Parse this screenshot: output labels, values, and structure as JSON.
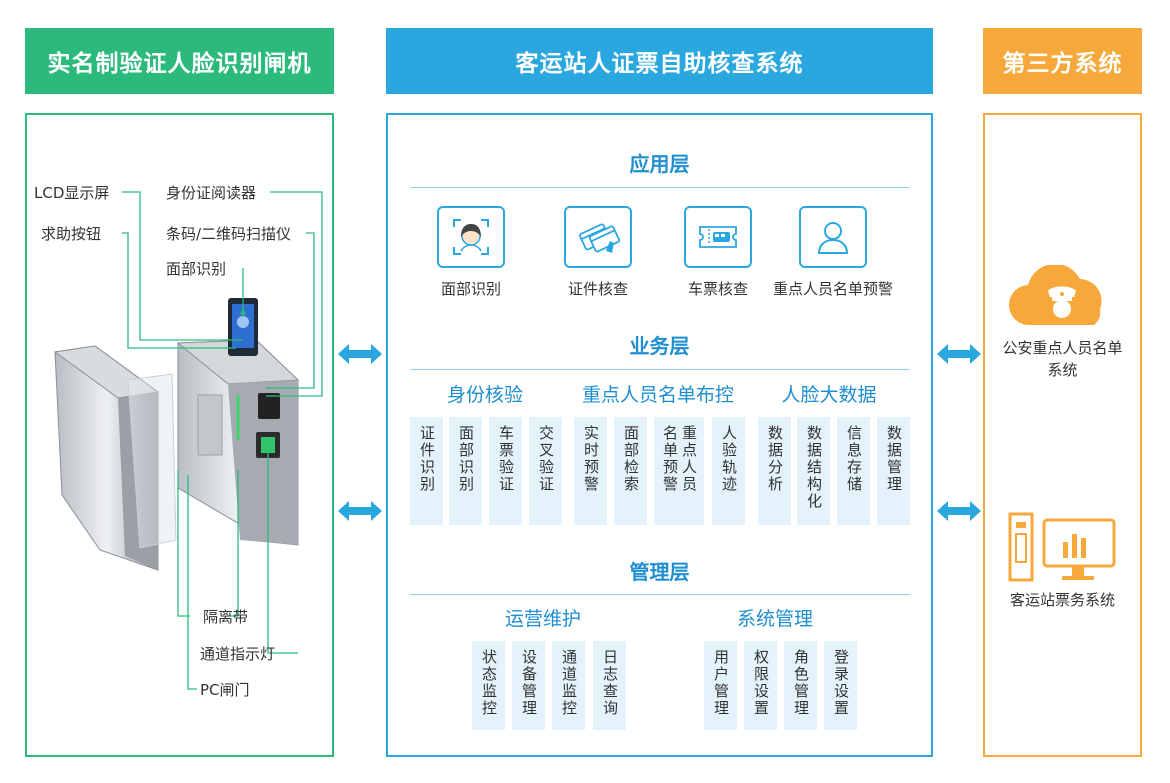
{
  "headers": {
    "gate": "实名制验证人脸识别闸机",
    "system": "客运站人证票自助核查系统",
    "third": "第三方系统"
  },
  "gate_labels": {
    "lcd": "LCD显示屏",
    "id_reader": "身份证阅读器",
    "help_button": "求助按钮",
    "scanner": "条码/二维码扫描仪",
    "face": "面部识别",
    "isolation": "隔离带",
    "indicator": "通道指示灯",
    "pc_gate": "PC闸门"
  },
  "system": {
    "app_layer": {
      "title": "应用层",
      "items": [
        {
          "label": "面部识别",
          "icon": "face-icon"
        },
        {
          "label": "证件核查",
          "icon": "id-card-icon"
        },
        {
          "label": "车票核查",
          "icon": "ticket-icon"
        },
        {
          "label": "重点人员名单预警",
          "icon": "person-icon"
        }
      ]
    },
    "business_layer": {
      "title": "业务层",
      "groups": [
        {
          "title": "身份核验",
          "cells": [
            [
              "证件识别"
            ],
            [
              "面部识别"
            ],
            [
              "车票验证"
            ],
            [
              "交叉验证"
            ]
          ]
        },
        {
          "title": "重点人员名单布控",
          "cells": [
            [
              "实时预警"
            ],
            [
              "面部检索"
            ],
            [
              "名单预警",
              "重点人员"
            ],
            [
              "人验轨迹"
            ]
          ]
        },
        {
          "title": "人脸大数据",
          "cells": [
            [
              "数据分析"
            ],
            [
              "数据结构化"
            ],
            [
              "信息存储"
            ],
            [
              "数据管理"
            ]
          ]
        }
      ]
    },
    "management_layer": {
      "title": "管理层",
      "groups": [
        {
          "title": "运营维护",
          "cells": [
            [
              "状态监控"
            ],
            [
              "设备管理"
            ],
            [
              "通道监控"
            ],
            [
              "日志查询"
            ]
          ]
        },
        {
          "title": "系统管理",
          "cells": [
            [
              "用户管理"
            ],
            [
              "权限设置"
            ],
            [
              "角色管理"
            ],
            [
              "登录设置"
            ]
          ]
        }
      ]
    }
  },
  "third_party": {
    "items": [
      {
        "label": "公安重点人员名单系统",
        "icon": "police-cloud-icon"
      },
      {
        "label": "客运站票务系统",
        "icon": "ticket-system-icon"
      }
    ]
  },
  "colors": {
    "green": "#2cba7c",
    "blue": "#2ba7e0",
    "orange": "#f6a93a",
    "cell_bg": "#e3f2fb"
  }
}
